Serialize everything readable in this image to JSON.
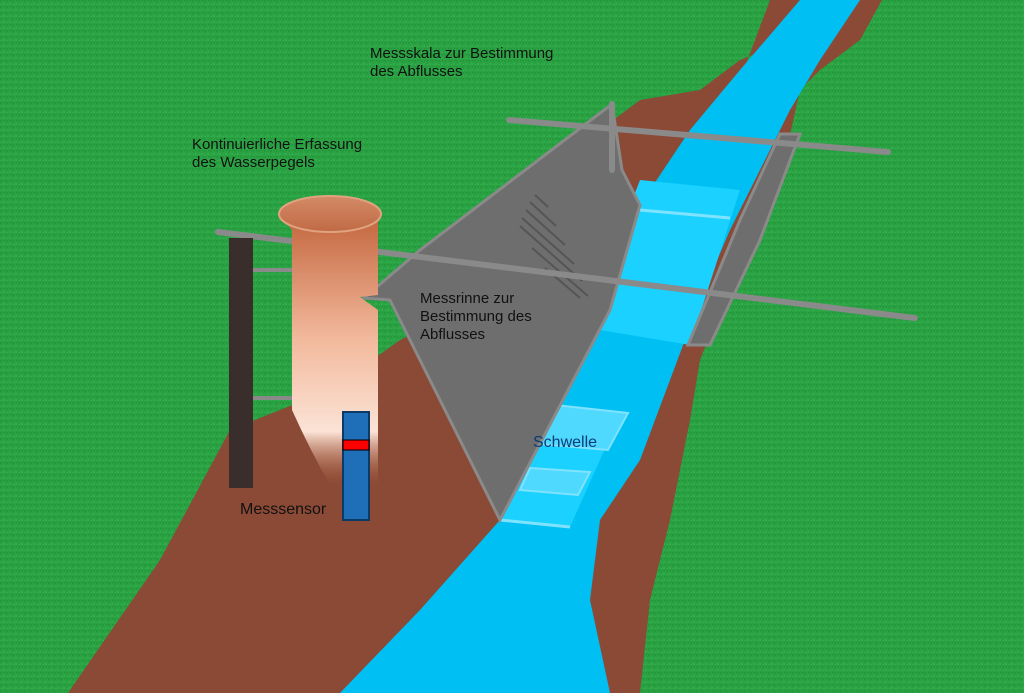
{
  "labels": {
    "messskala": [
      "Messskala zur Bestimmung",
      "des Abflusses"
    ],
    "pegel": [
      "Kontinuierliche Erfassung",
      "des Wasserpegels"
    ],
    "messrinne": [
      "Messrinne zur",
      "Bestimmung des",
      "Abflusses"
    ],
    "schwelle": "Schwelle",
    "messsensor": "Messsensor"
  },
  "colors": {
    "grass": "#2aa243",
    "earth": "#8b4a36",
    "water": "#00bff2",
    "concrete": "#6e6e6e",
    "frame": "#8a8a8a",
    "post": "#3a2e2c",
    "sensor": "#1f6fb8",
    "sensor_mark": "#ff0000"
  }
}
